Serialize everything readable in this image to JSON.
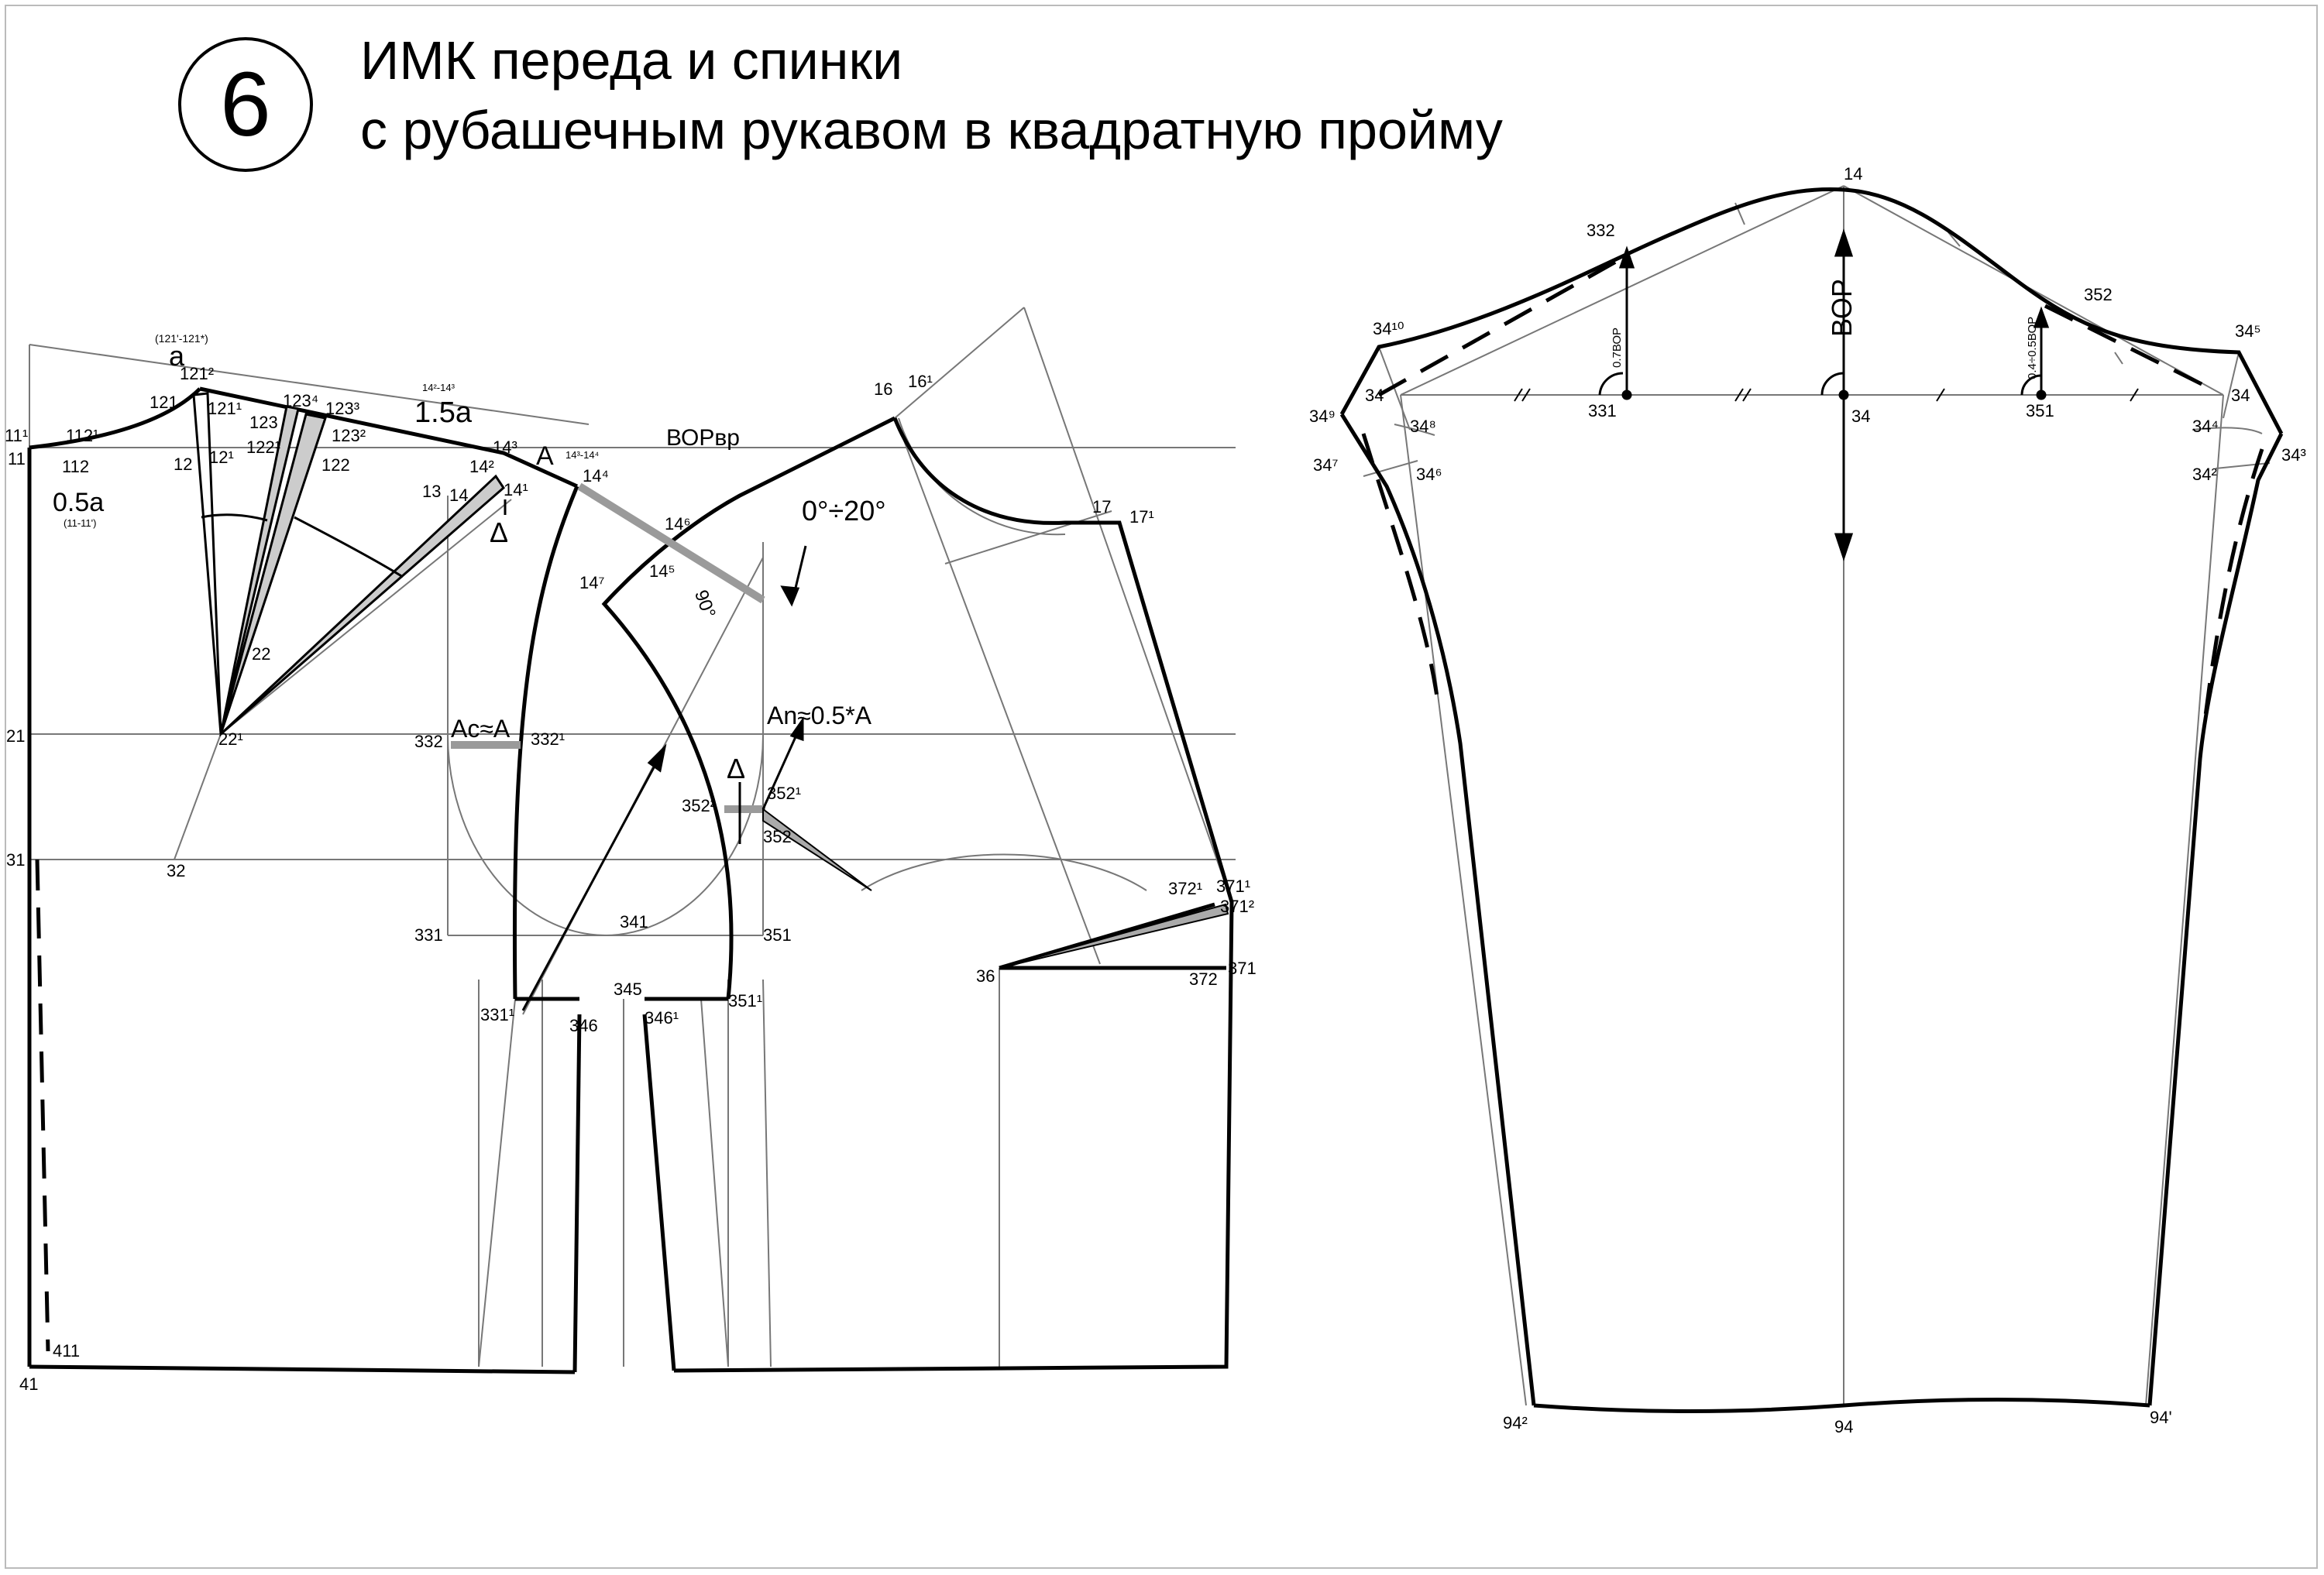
{
  "header": {
    "number": "6",
    "title_line1": "ИМК переда и спинки",
    "title_line2": "с рубашечным рукавом в квадратную пройму"
  },
  "bodice": {
    "big_labels": {
      "a": "a",
      "a_note": "(121'-121*)",
      "half_a": "0.5a",
      "half_a_note": "(11-11')",
      "one_half_a": "1.5a",
      "one_half_a_note": "14²-14³",
      "A": "A",
      "A_note": "14³-14⁴",
      "vop_vr": "ВОРвр",
      "angle_range": "0°÷20°",
      "right_angle": "90°",
      "delta_top": "Δ",
      "delta_mid": "Δ",
      "ac_eq": "Ac≈A",
      "an_eq": "An≈0.5*A"
    },
    "points": [
      "11¹",
      "11",
      "112¹",
      "112",
      "12",
      "12¹",
      "121",
      "121²",
      "121¹",
      "123⁴",
      "123",
      "123³",
      "122¹",
      "123²",
      "122",
      "13",
      "14",
      "14²",
      "14³",
      "14¹",
      "14⁴",
      "14⁶",
      "14⁵",
      "14⁷",
      "16",
      "16¹",
      "17",
      "17¹",
      "21",
      "22",
      "22¹",
      "31",
      "32",
      "332",
      "332¹",
      "331",
      "341",
      "351",
      "352²",
      "352¹",
      "352",
      "331¹",
      "345",
      "346",
      "346¹",
      "351¹",
      "36",
      "372¹",
      "371¹",
      "371²",
      "372",
      "371",
      "411",
      "41"
    ]
  },
  "sleeve": {
    "labels": {
      "vop": "ВОР",
      "k07": "0.7ВОР",
      "k0405": "0.4÷0.5ВОР"
    },
    "points": [
      "14",
      "332",
      "352",
      "34¹⁰",
      "34⁵",
      "34⁹",
      "34'",
      "331",
      "34",
      "351",
      "34",
      "34⁸",
      "34⁴",
      "34⁷",
      "34⁶",
      "34²",
      "34³",
      "94²",
      "94",
      "94'"
    ]
  },
  "colors": {
    "line": "#000000",
    "thin_line": "#777777",
    "grey_band": "#9a9a9a"
  }
}
